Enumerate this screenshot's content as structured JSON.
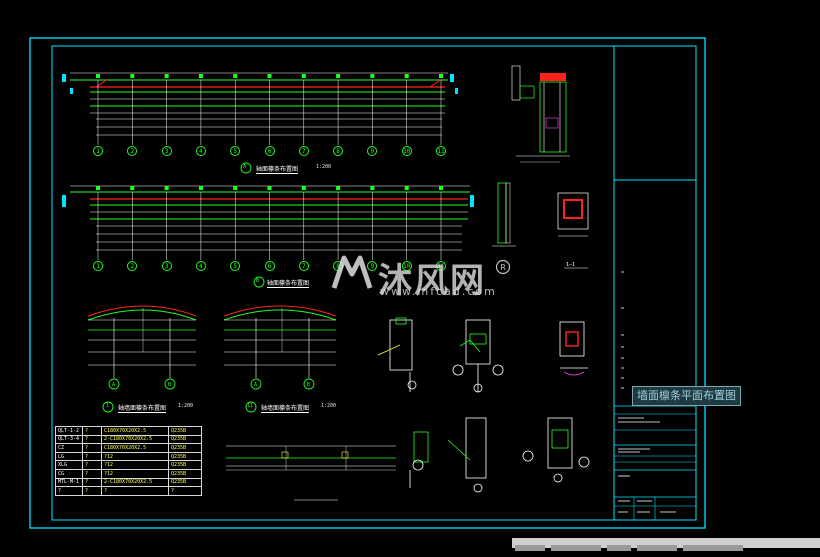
{
  "axis_labels_row1": [
    "1",
    "2",
    "3",
    "4",
    "5",
    "6",
    "7",
    "8",
    "9",
    "10",
    "11"
  ],
  "axis_labels_row2": [
    "1",
    "2",
    "3",
    "4",
    "5",
    "6",
    "7",
    "8",
    "9",
    "10",
    "11"
  ],
  "plan_a": {
    "badge": "A",
    "title": "轴面檩条布置图",
    "scale": "1:200"
  },
  "plan_b": {
    "badge": "B",
    "title": "轴面檩条布置图"
  },
  "gable_1": {
    "badge": "1",
    "title": "轴墙面檩条布置图",
    "scale": "1:200",
    "axes": [
      "A",
      "B"
    ]
  },
  "gable_11": {
    "badge": "11",
    "title": "轴墙面檩条布置图",
    "scale": "1:200",
    "axes": [
      "A",
      "B"
    ]
  },
  "section_label": "1—1",
  "tooltip": "墙面檩条平面布置图",
  "watermark": {
    "cn": "沐风网",
    "url": "www.mfcad.com"
  },
  "legend": {
    "rows": [
      [
        "QLT-1-2",
        "?",
        "C180X70X20X2.5",
        "Q235B"
      ],
      [
        "QLT-3-4",
        "?",
        "2-C180X70X20X2.5",
        "Q235B"
      ],
      [
        "CZ",
        "?",
        "C180X70X20X2.5",
        "Q235B"
      ],
      [
        "LG",
        "?",
        "?12",
        "Q235B"
      ],
      [
        "XLG",
        "?",
        "?12",
        "Q235B"
      ],
      [
        "CG",
        "?",
        "?12",
        "Q235B"
      ],
      [
        "MTL-M-1",
        "?",
        "2-C180X70X20X2.5",
        "Q235B"
      ],
      [
        "?",
        "?",
        "?",
        "?"
      ]
    ]
  },
  "palette": {
    "cyan": "#00e5ff",
    "green": "#1fff1f",
    "red": "#ff2020",
    "yellow": "#ffff40",
    "white": "#ffffff",
    "magenta": "#ff40ff"
  },
  "icons": [
    "copyright-circle-icon",
    "mf-logo-icon"
  ]
}
